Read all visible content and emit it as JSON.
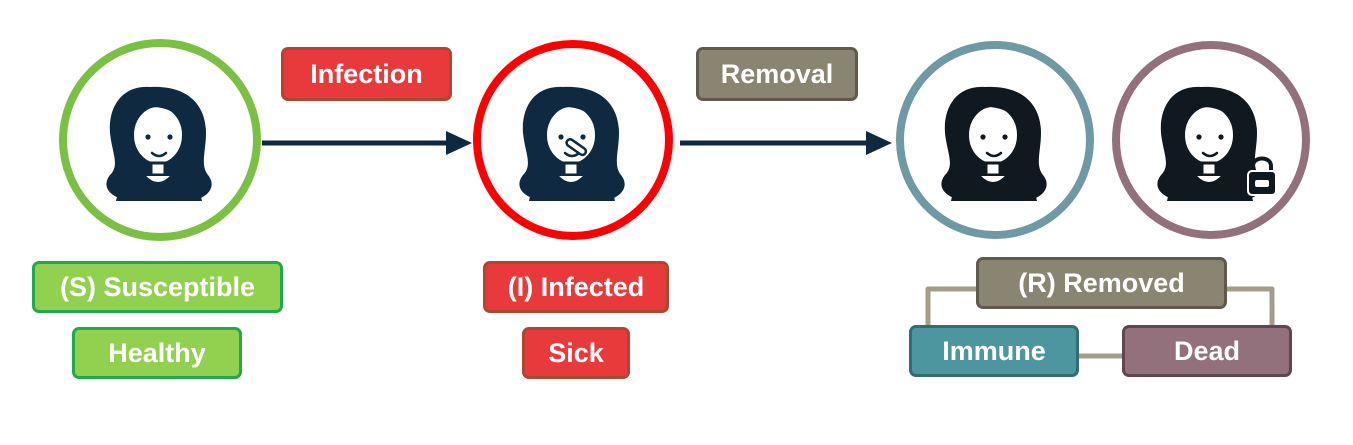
{
  "transitions": {
    "infection": "Infection",
    "removal": "Removal"
  },
  "states": {
    "susceptible": {
      "label": "(S) Susceptible",
      "sublabel": "Healthy",
      "ring_color": "#7ac142"
    },
    "infected": {
      "label": "(I) Infected",
      "sublabel": "Sick",
      "ring_color": "#ff0000"
    },
    "removed": {
      "label": "(R) Removed",
      "immune": {
        "label": "Immune",
        "ring_color": "#6f9aa3"
      },
      "dead": {
        "label": "Dead",
        "ring_color": "#92707c"
      }
    }
  },
  "colors": {
    "arrow": "#0f2a40",
    "avatar": "#0f2a40",
    "connector": "#a39d8a"
  },
  "icons": [
    "healthy-person-icon",
    "sick-person-icon",
    "immune-person-icon",
    "dead-person-icon",
    "lock-icon"
  ]
}
